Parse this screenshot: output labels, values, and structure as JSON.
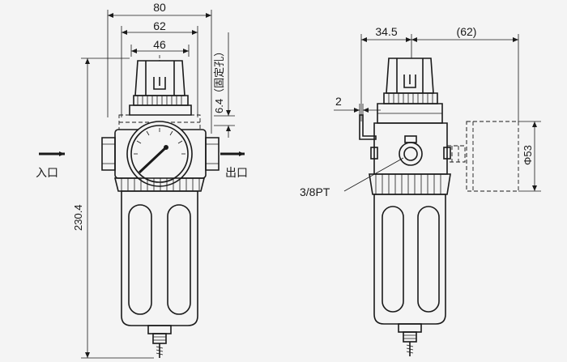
{
  "front_view": {
    "dim_overall_width": "80",
    "dim_mount_width": "62",
    "dim_body_width": "46",
    "dim_mount_hole": "6.4（固定孔）",
    "dim_height": "230.4",
    "inlet_label": "入口",
    "outlet_label": "出口"
  },
  "side_view": {
    "dim_depth": "34.5",
    "dim_gauge_offset": "(62)",
    "dim_bracket": "2",
    "dim_gauge_diameter": "Φ53",
    "port_label": "3/8PT"
  }
}
